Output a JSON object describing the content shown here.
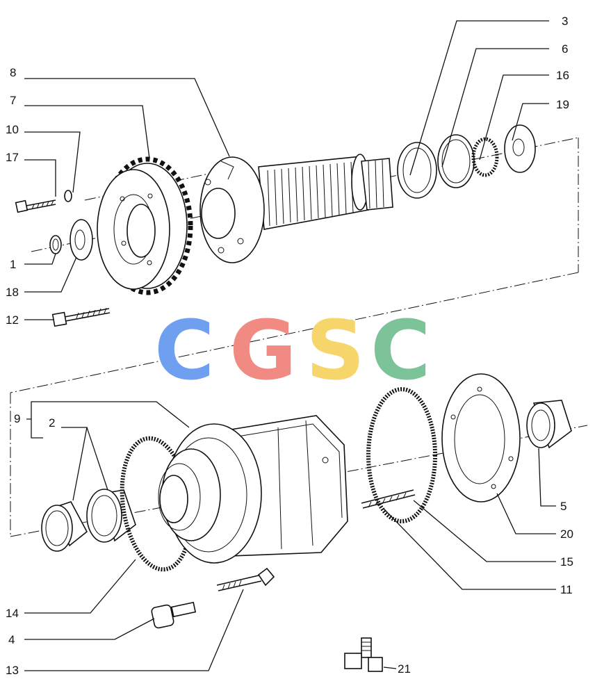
{
  "labels": {
    "l1": "1",
    "l2": "2",
    "l3": "3",
    "l4": "4",
    "l5": "5",
    "l6": "6",
    "l7": "7",
    "l8": "8",
    "l9": "9",
    "l10": "10",
    "l11": "11",
    "l12": "12",
    "l13": "13",
    "l14": "14",
    "l15": "15",
    "l16": "16",
    "l17": "17",
    "l18": "18",
    "l19": "19",
    "l20": "20",
    "l21": "21"
  },
  "watermark": {
    "c1": "C",
    "g": "G",
    "s": "S",
    "c2": "C"
  },
  "colors": {
    "wm_blue": "#6fa0f0",
    "wm_red": "#f08a82",
    "wm_yellow": "#f6d56a",
    "wm_green": "#7cc39a",
    "line": "#111111"
  }
}
